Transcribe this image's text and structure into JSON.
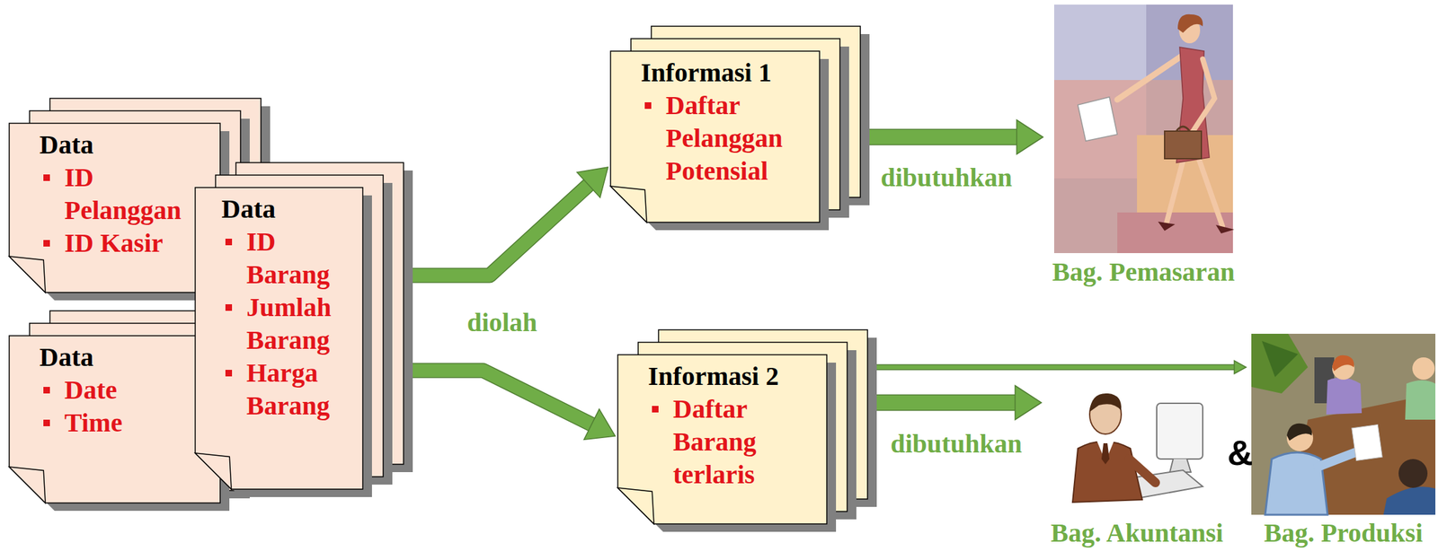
{
  "diagram": {
    "nodes": [
      {
        "text": [
          "Data",
          "ID Pelanggan",
          "ID Kasir"
        ]
      },
      {
        "text": [
          "Data",
          "Date",
          "Time"
        ]
      },
      {
        "text": [
          "Data",
          "ID Barang",
          "Jumlah Barang",
          "Harga Barang"
        ]
      },
      {
        "text": [
          "Informasi 1",
          "Daftar Pelanggan Potensial"
        ]
      },
      {
        "text": [
          "Informasi 2",
          "Daftar Barang terlaris"
        ]
      },
      {
        "text": [
          "Bag. Pemasaran"
        ]
      },
      {
        "text": [
          "Bag. Akuntansi"
        ]
      },
      {
        "text": [
          "Bag. Produksi"
        ]
      }
    ],
    "edges": [
      {
        "from": 2,
        "to": 3,
        "arrow": "to"
      },
      {
        "from": 2,
        "to": 4,
        "arrow": "to"
      },
      {
        "from": 3,
        "to": 5,
        "label": "dibutuhkan",
        "arrow": "to"
      },
      {
        "from": 4,
        "to": 6,
        "label": "dibutuhkan",
        "arrow": "to"
      },
      {
        "from": 4,
        "to": 7,
        "arrow": "to"
      }
    ],
    "labels": [
      "diolah",
      "&"
    ]
  }
}
